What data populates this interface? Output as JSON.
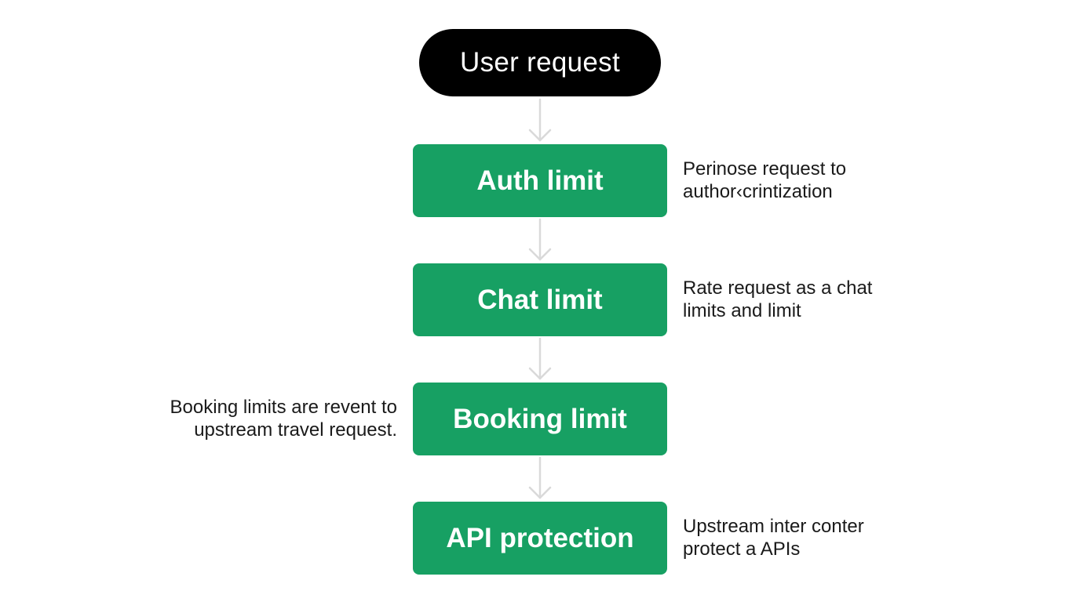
{
  "diagram": {
    "start": {
      "label": "User request"
    },
    "steps": [
      {
        "label": "Auth limit",
        "note_side": "right",
        "note_lines": [
          "Perinose request to",
          "author‹crintization"
        ]
      },
      {
        "label": "Chat limit",
        "note_side": "right",
        "note_lines": [
          "Rate request as a chat",
          "limits and limit"
        ]
      },
      {
        "label": "Booking limit",
        "note_side": "left",
        "note_lines": [
          "Booking limits are revent to",
          "upstream travel request."
        ]
      },
      {
        "label": "API protection",
        "note_side": "right",
        "note_lines": [
          "Upstream inter conter",
          "protect a APIs"
        ]
      }
    ],
    "colors": {
      "start_fill": "#000000",
      "step_fill": "#17a063",
      "connector": "#d9d9d9",
      "note_text": "#1a1a1a"
    }
  }
}
